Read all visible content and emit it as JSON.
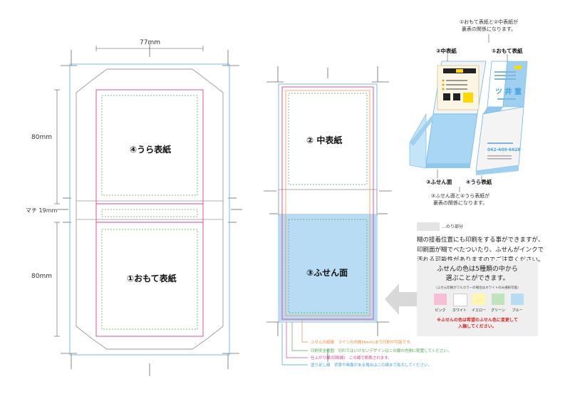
{
  "template": {
    "dim_width": "77mm",
    "dim_back_height": "80mm",
    "dim_gusset": "マチ 19mm",
    "dim_front_height": "80mm",
    "label_back_cover": "④うら表紙",
    "label_front_cover": "①おもて表紙",
    "label_inner_cover": "② 中表紙",
    "label_fusen_side": "③ふせん面"
  },
  "legend": {
    "orange": "ふせんの紙線　ラインの内側(4mm)まで印刷が可能です。",
    "green": "印刷安全範囲　切れてはいけないデザインはこの線の内側に配置してください。",
    "magenta": "仕上がり線(切断線)　この線で断裁されます。",
    "blue": "塗り足し線　背景や画像がある場合はこの線まで拡大してください。"
  },
  "mockup": {
    "caption_top": "①おもて表紙と②中表紙が\n裏表の関係になります。",
    "label_inner": "②中表紙",
    "label_front": "①おもて表紙",
    "label_fusen": "③ふせん面",
    "label_back": "④うら表紙",
    "caption_bottom": "③ふせん面と④うら表紙が\n裏表の関係になります。"
  },
  "glue": {
    "label": "…のり部分",
    "note": "糊の接着位置にも印刷をする事ができますが、\n印刷面が糊でべたついたり、ふせんがインクで\n汚れる可能性がありますのでご注意ください。"
  },
  "colors_box": {
    "title": "ふせんの色は5種類の中から\n選ぶことができます。",
    "subtitle": "（ふせん印刷がフルカラーの場合はホワイトのみ選択可能）",
    "swatches": [
      {
        "name": "ピンク",
        "color": "#f6bfd6"
      },
      {
        "name": "ホワイト",
        "color": "#ffffff"
      },
      {
        "name": "イエロー",
        "color": "#fff7b0"
      },
      {
        "name": "グリーン",
        "color": "#bfe3bd"
      },
      {
        "name": "ブルー",
        "color": "#b6dcf3"
      }
    ],
    "warning": "※ふせんの色は希望のふせん色に変更して\n入稿してください。"
  }
}
